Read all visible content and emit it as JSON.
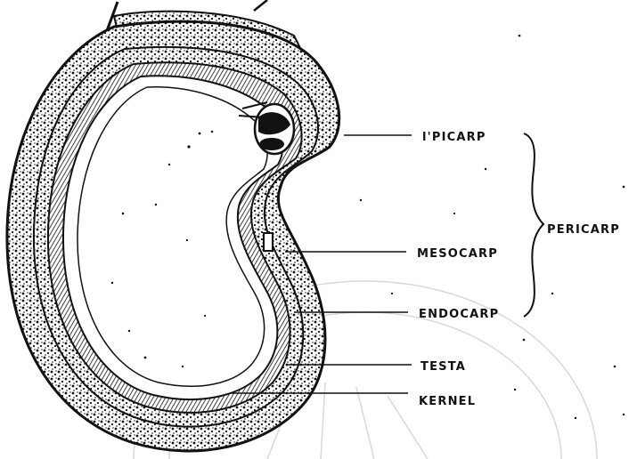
{
  "diagram": {
    "labels": {
      "epicarp": "l'PICARP",
      "mesocarp": "MESOCARP",
      "endocarp": "ENDOCARP",
      "testa": "TESTA",
      "kernel": "KERNEL",
      "pericarp": "PERICARP"
    },
    "colors": {
      "ink": "#111111",
      "paper": "#ffffff",
      "watermark": "#d8d8d8"
    }
  }
}
